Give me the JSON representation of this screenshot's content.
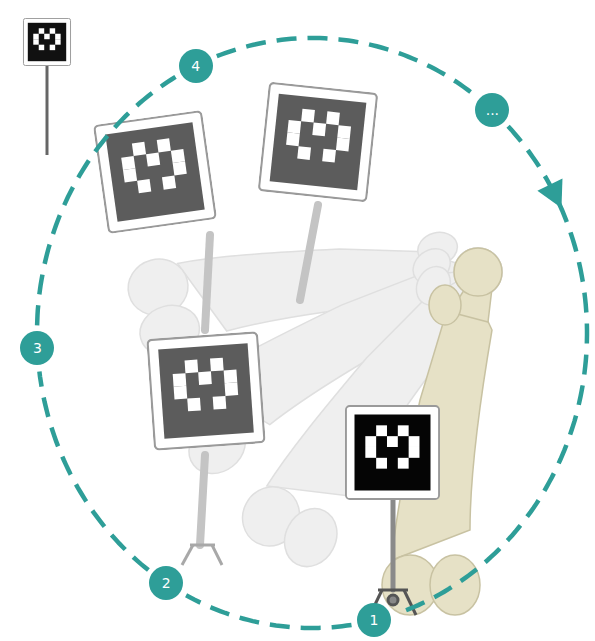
{
  "diagram": {
    "nodes": [
      {
        "text": [
          "1"
        ]
      },
      {
        "text": [
          "2"
        ]
      },
      {
        "text": [
          "3"
        ]
      },
      {
        "text": [
          "4"
        ]
      },
      {
        "text": [
          "..."
        ]
      }
    ],
    "edges": [
      {
        "from": 0,
        "to": 1,
        "arrow": "none"
      },
      {
        "from": 1,
        "to": 2,
        "arrow": "none"
      },
      {
        "from": 2,
        "to": 3,
        "arrow": "none"
      },
      {
        "from": 3,
        "to": 4,
        "arrow": "none"
      },
      {
        "from": 4,
        "to": 0,
        "arrow": "to"
      }
    ]
  }
}
